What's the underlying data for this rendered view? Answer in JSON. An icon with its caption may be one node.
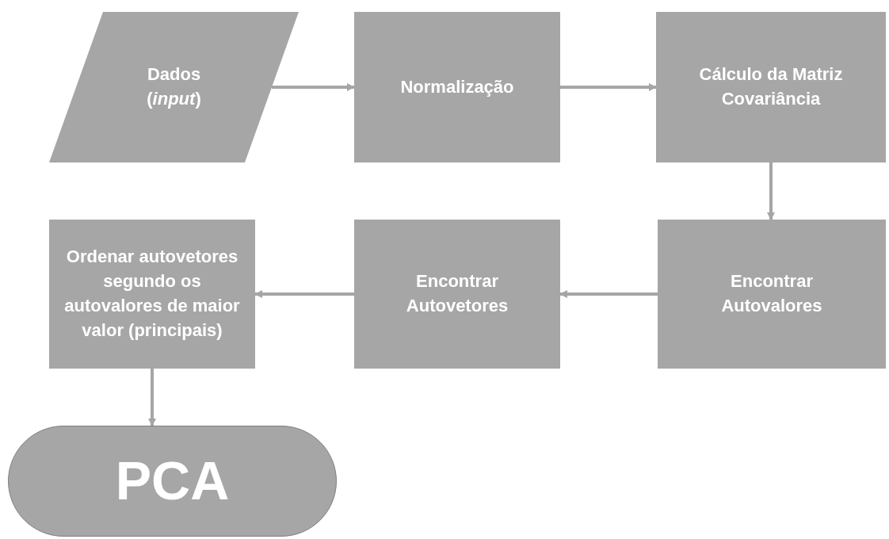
{
  "diagram": {
    "nodes": [
      {
        "text": [
          "Dados (*input*)"
        ]
      },
      {
        "text": [
          "Normalização"
        ]
      },
      {
        "text": [
          "Cálculo da Matriz Covariância"
        ]
      },
      {
        "text": [
          "Ordenar autovetores segundo os autovalores de maior valor (principais)"
        ]
      },
      {
        "text": [
          "Encontrar Autovetores"
        ]
      },
      {
        "text": [
          "Encontrar Autovalores"
        ]
      },
      {
        "text": [
          "PCA"
        ]
      }
    ],
    "edges": [
      {
        "from": 0,
        "to": 1,
        "arrow": "to"
      },
      {
        "from": 1,
        "to": 2,
        "arrow": "to"
      },
      {
        "from": 2,
        "to": 5,
        "arrow": "to"
      },
      {
        "from": 5,
        "to": 4,
        "arrow": "to"
      },
      {
        "from": 4,
        "to": 3,
        "arrow": "to"
      },
      {
        "from": 3,
        "to": 6,
        "arrow": "to"
      }
    ]
  }
}
